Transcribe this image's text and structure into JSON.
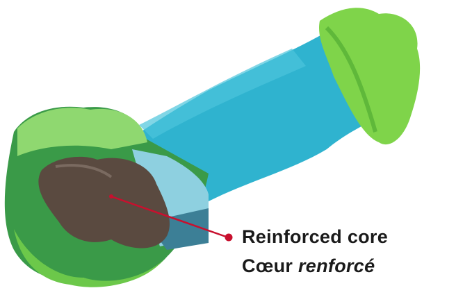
{
  "callout": {
    "english": "Reinforced core",
    "french_word1": "Cœur",
    "french_word2": "renforcé"
  },
  "colors": {
    "body_blue": "#2fb3cf",
    "green_light": "#7fd44a",
    "green_dark": "#3a9a48",
    "core_brown": "#5a4a40",
    "callout_red": "#c8102e"
  }
}
